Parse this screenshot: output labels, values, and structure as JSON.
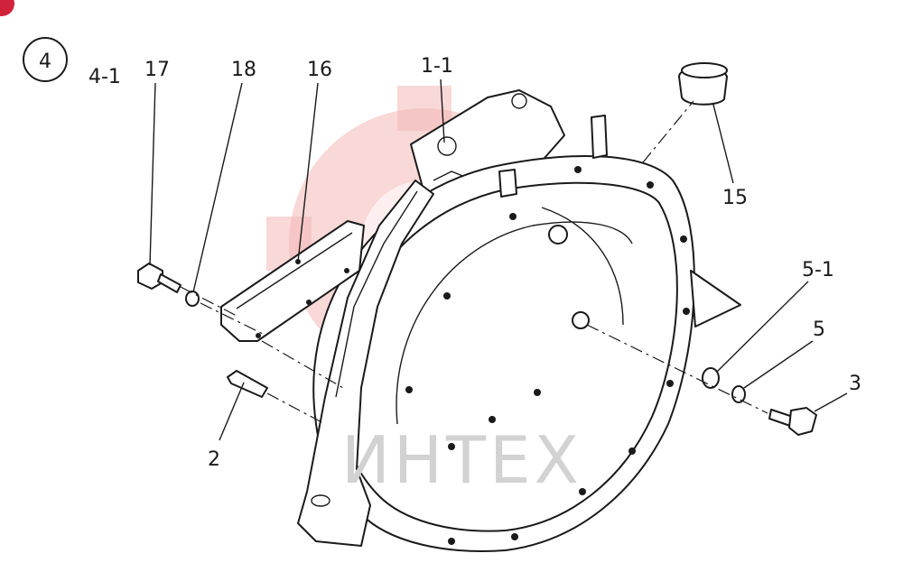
{
  "diagram": {
    "group_number": "4",
    "group_label": "4-1",
    "watermark_text": "ИНТЕХ",
    "colors": {
      "line": "#1a1a1a",
      "watermark": "#f4b8b8",
      "corner_badge": "#d0223a"
    },
    "callouts": [
      {
        "id": "17",
        "label": "17"
      },
      {
        "id": "18",
        "label": "18"
      },
      {
        "id": "16",
        "label": "16"
      },
      {
        "id": "1-1",
        "label": "1-1"
      },
      {
        "id": "15",
        "label": "15"
      },
      {
        "id": "5-1",
        "label": "5-1"
      },
      {
        "id": "5",
        "label": "5"
      },
      {
        "id": "3",
        "label": "3"
      },
      {
        "id": "2",
        "label": "2"
      }
    ]
  }
}
